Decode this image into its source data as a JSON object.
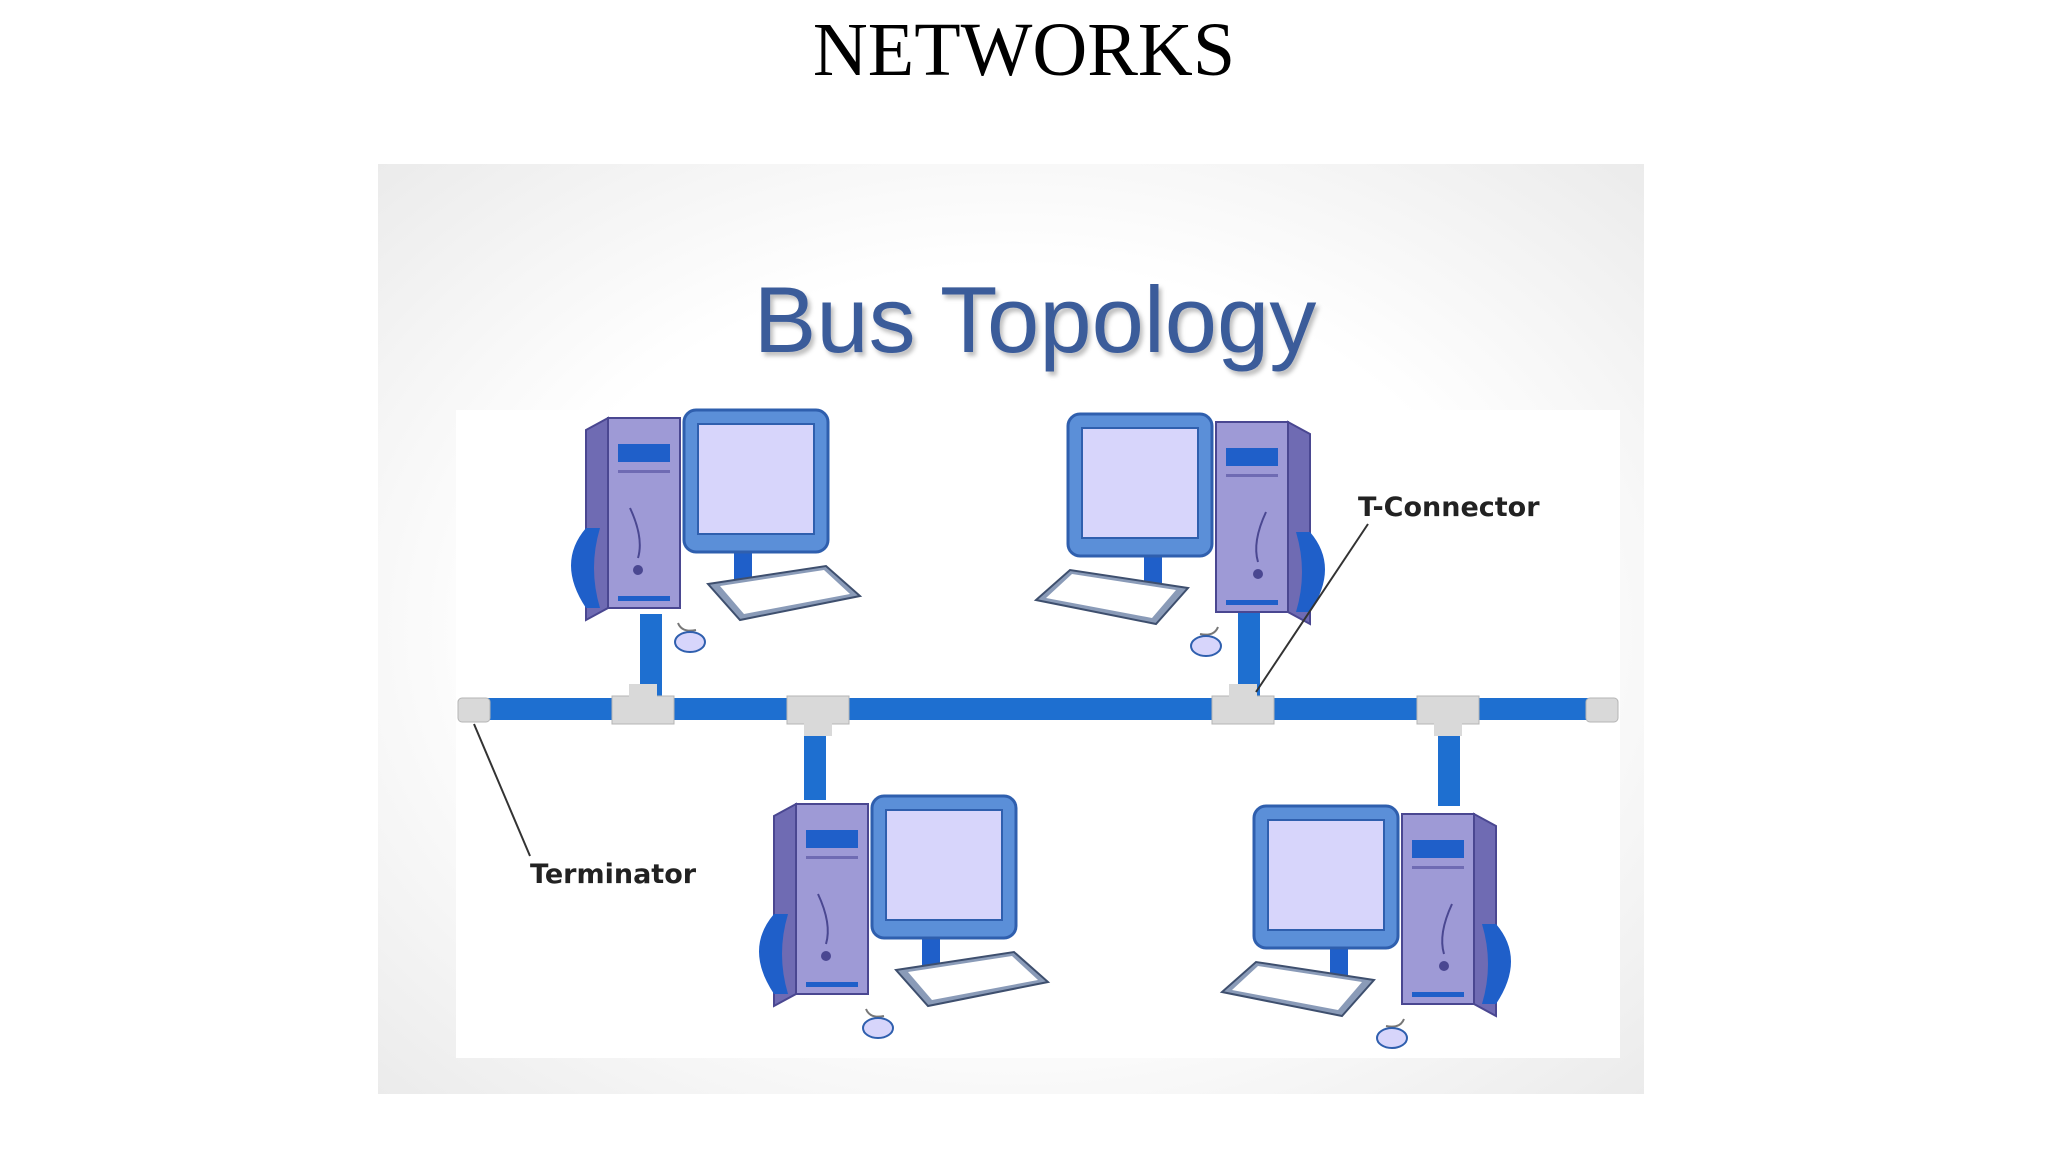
{
  "slide": {
    "title": "NETWORKS"
  },
  "diagram": {
    "heading": "Bus Topology",
    "labels": {
      "t_connector": "T-Connector",
      "terminator": "Terminator"
    },
    "colors": {
      "bus_cable": "#1e6fd0",
      "connector": "#d9d9d9",
      "heading": "#3b5b9a",
      "computer_case": "#9e9ad6",
      "monitor_frame": "#5b8fd8",
      "screen": "#d7d5fb",
      "accent_blue": "#1f5fc9"
    },
    "icons": [
      "computer-icon",
      "monitor-icon",
      "keyboard-icon",
      "mouse-icon"
    ]
  }
}
